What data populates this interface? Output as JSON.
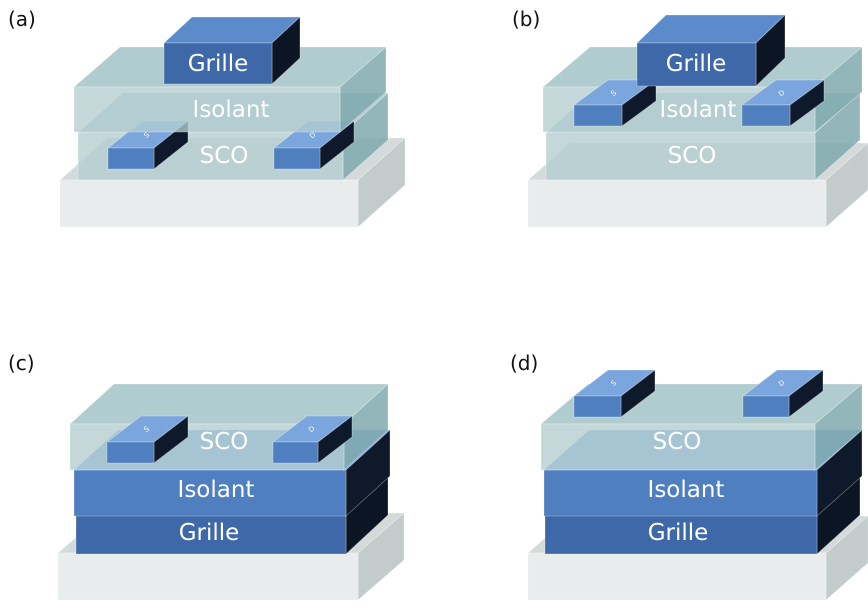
{
  "panels": [
    {
      "key": "a",
      "label": "(a)",
      "gate": "Grille",
      "insulator": "Isolant",
      "semiconductor": "SCO",
      "source": "S",
      "drain": "D"
    },
    {
      "key": "b",
      "label": "(b)",
      "gate": "Grille",
      "insulator": "Isolant",
      "semiconductor": "SCO",
      "source": "S",
      "drain": "D"
    },
    {
      "key": "c",
      "label": "(c)",
      "gate": "Grille",
      "insulator": "Isolant",
      "semiconductor": "SCO",
      "source": "S",
      "drain": "D"
    },
    {
      "key": "d",
      "label": "(d)",
      "gate": "Grille",
      "insulator": "Isolant",
      "semiconductor": "SCO",
      "source": "S",
      "drain": "D"
    }
  ],
  "colors": {
    "substrate_front": "#e9ecec",
    "substrate_top": "#d4dada",
    "substrate_side": "#c3cbcb",
    "glass_front": "#b3cdd0",
    "glass_top": "#9bbec2",
    "glass_side": "#7fa9ae",
    "electrode_front": "#4f7fbf",
    "electrode_top": "#7aa6dd",
    "electrode_side": "#0e1a2b",
    "gate_front": "#3f68a8",
    "gate_top": "#5c8bcc",
    "gate_side": "#0c1524"
  }
}
